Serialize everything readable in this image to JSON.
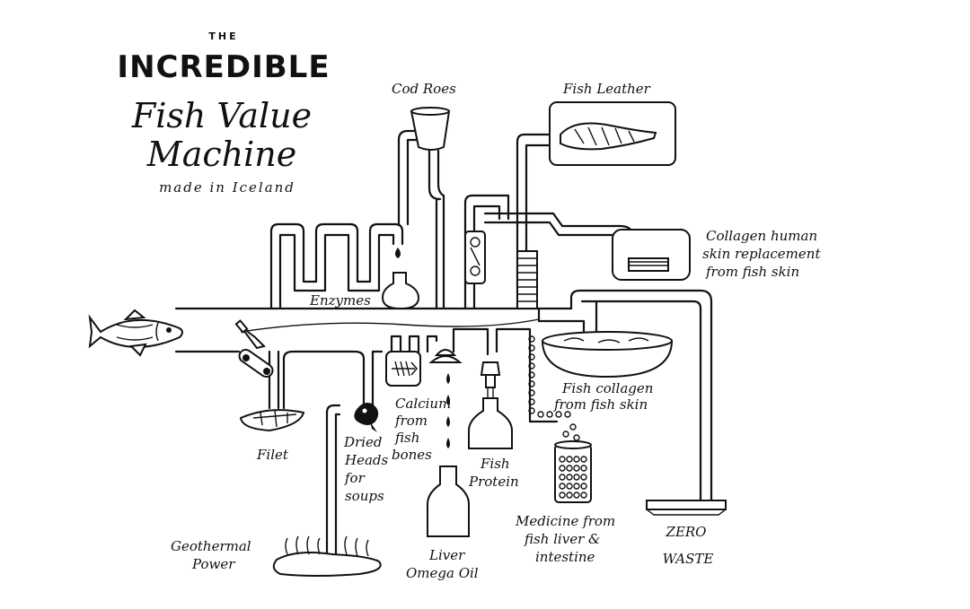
{
  "title": {
    "the": "THE",
    "incredible": "INCREDIBLE",
    "line1": "Fish Value",
    "line2": "Machine",
    "subtitle": "made in Iceland"
  },
  "labels": {
    "cod_roes": "Cod Roes",
    "fish_leather": "Fish Leather",
    "collagen_line1": "Collagen human",
    "collagen_line2": "skin replacement",
    "collagen_line3": "from fish skin",
    "enzymes": "Enzymes",
    "fish_collagen_line1": "Fish collagen",
    "fish_collagen_line2": "from fish skin",
    "calcium_line1": "Calcium",
    "calcium_line2": "from",
    "calcium_line3": "fish",
    "calcium_line4": "bones",
    "filet": "Filet",
    "dried_line1": "Dried",
    "dried_line2": "Heads",
    "dried_line3": "for",
    "dried_line4": "soups",
    "fish_protein_line1": "Fish",
    "fish_protein_line2": "Protein",
    "medicine_line1": "Medicine from",
    "medicine_line2": "fish liver &",
    "medicine_line3": "intestine",
    "zero_line1": "ZERO",
    "zero_line2": "WASTE",
    "geothermal_line1": "Geothermal",
    "geothermal_line2": "Power",
    "liver_line1": "Liver",
    "liver_line2": "Omega Oil"
  }
}
